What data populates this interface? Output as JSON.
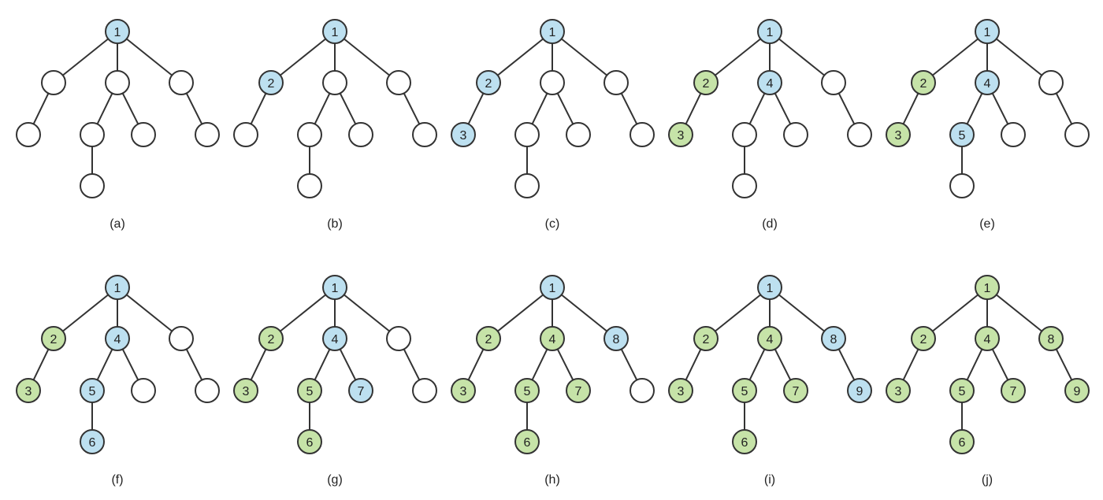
{
  "colors": {
    "unvisited": "#ffffff",
    "visiting": "#bde0f0",
    "finished": "#c6e3a8",
    "stroke": "#333333"
  },
  "tree": {
    "nodes": [
      "root",
      "a",
      "b",
      "c",
      "a1",
      "b1",
      "b2",
      "c1",
      "b1a"
    ],
    "edges": [
      [
        "root",
        "a"
      ],
      [
        "root",
        "b"
      ],
      [
        "root",
        "c"
      ],
      [
        "a",
        "a1"
      ],
      [
        "b",
        "b1"
      ],
      [
        "b",
        "b2"
      ],
      [
        "c",
        "c1"
      ],
      [
        "b1",
        "b1a"
      ]
    ]
  },
  "panels": [
    {
      "caption": "(a)",
      "nodes": {
        "root": [
          "1",
          "visiting"
        ]
      }
    },
    {
      "caption": "(b)",
      "nodes": {
        "root": [
          "1",
          "visiting"
        ],
        "a": [
          "2",
          "visiting"
        ]
      }
    },
    {
      "caption": "(c)",
      "nodes": {
        "root": [
          "1",
          "visiting"
        ],
        "a": [
          "2",
          "visiting"
        ],
        "a1": [
          "3",
          "visiting"
        ]
      }
    },
    {
      "caption": "(d)",
      "nodes": {
        "root": [
          "1",
          "visiting"
        ],
        "a": [
          "2",
          "finished"
        ],
        "a1": [
          "3",
          "finished"
        ],
        "b": [
          "4",
          "visiting"
        ]
      }
    },
    {
      "caption": "(e)",
      "nodes": {
        "root": [
          "1",
          "visiting"
        ],
        "a": [
          "2",
          "finished"
        ],
        "a1": [
          "3",
          "finished"
        ],
        "b": [
          "4",
          "visiting"
        ],
        "b1": [
          "5",
          "visiting"
        ]
      }
    },
    {
      "caption": "(f)",
      "nodes": {
        "root": [
          "1",
          "visiting"
        ],
        "a": [
          "2",
          "finished"
        ],
        "a1": [
          "3",
          "finished"
        ],
        "b": [
          "4",
          "visiting"
        ],
        "b1": [
          "5",
          "visiting"
        ],
        "b1a": [
          "6",
          "visiting"
        ]
      }
    },
    {
      "caption": "(g)",
      "nodes": {
        "root": [
          "1",
          "visiting"
        ],
        "a": [
          "2",
          "finished"
        ],
        "a1": [
          "3",
          "finished"
        ],
        "b": [
          "4",
          "visiting"
        ],
        "b1": [
          "5",
          "finished"
        ],
        "b1a": [
          "6",
          "finished"
        ],
        "b2": [
          "7",
          "visiting"
        ]
      }
    },
    {
      "caption": "(h)",
      "nodes": {
        "root": [
          "1",
          "visiting"
        ],
        "a": [
          "2",
          "finished"
        ],
        "a1": [
          "3",
          "finished"
        ],
        "b": [
          "4",
          "finished"
        ],
        "b1": [
          "5",
          "finished"
        ],
        "b1a": [
          "6",
          "finished"
        ],
        "b2": [
          "7",
          "finished"
        ],
        "c": [
          "8",
          "visiting"
        ]
      }
    },
    {
      "caption": "(i)",
      "nodes": {
        "root": [
          "1",
          "visiting"
        ],
        "a": [
          "2",
          "finished"
        ],
        "a1": [
          "3",
          "finished"
        ],
        "b": [
          "4",
          "finished"
        ],
        "b1": [
          "5",
          "finished"
        ],
        "b1a": [
          "6",
          "finished"
        ],
        "b2": [
          "7",
          "finished"
        ],
        "c": [
          "8",
          "visiting"
        ],
        "c1": [
          "9",
          "visiting"
        ]
      }
    },
    {
      "caption": "(j)",
      "nodes": {
        "root": [
          "1",
          "finished"
        ],
        "a": [
          "2",
          "finished"
        ],
        "a1": [
          "3",
          "finished"
        ],
        "b": [
          "4",
          "finished"
        ],
        "b1": [
          "5",
          "finished"
        ],
        "b1a": [
          "6",
          "finished"
        ],
        "b2": [
          "7",
          "finished"
        ],
        "c": [
          "8",
          "finished"
        ],
        "c1": [
          "9",
          "finished"
        ]
      }
    }
  ]
}
